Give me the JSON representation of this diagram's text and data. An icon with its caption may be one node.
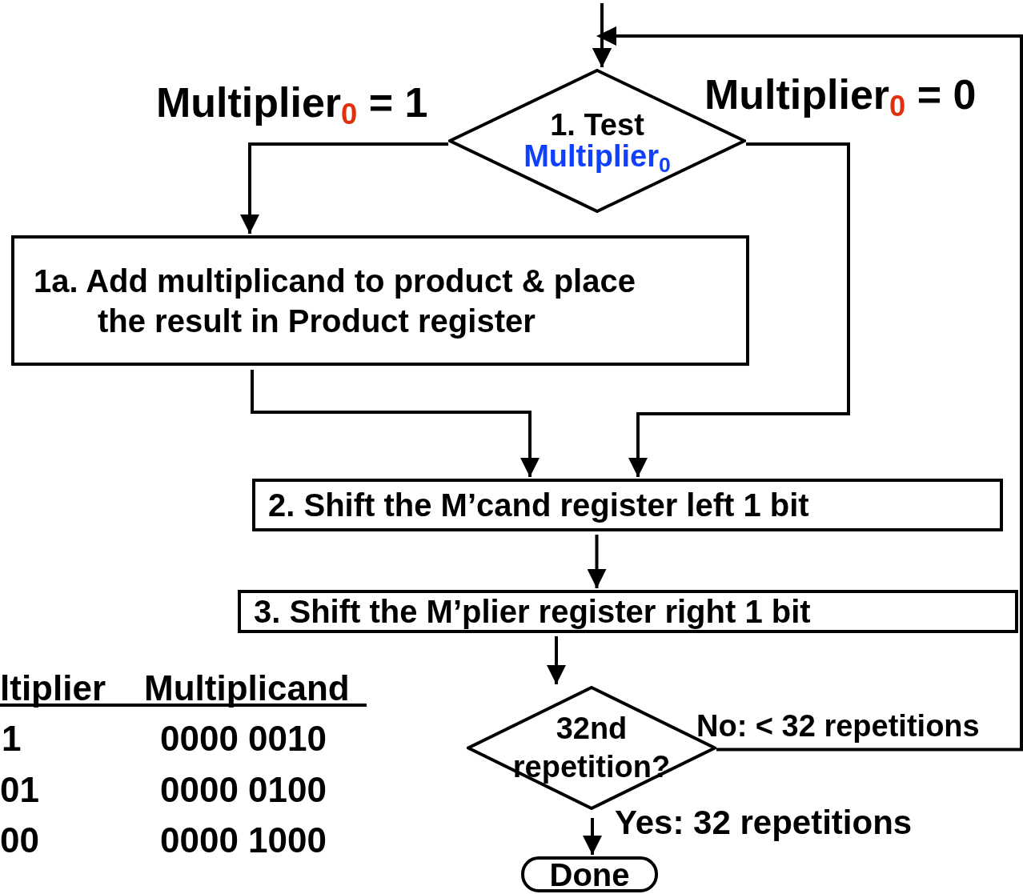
{
  "diagram": {
    "nodes": [
      {
        "text": [
          "1. Test",
          "Multiplier$_{0}$"
        ]
      },
      {
        "text": [
          "1a. Add multiplicand to product & place the result in Product register"
        ]
      },
      {
        "text": [
          "2. Shift the M’cand register left 1 bit"
        ]
      },
      {
        "text": [
          "3. Shift the M’plier register right 1 bit"
        ]
      },
      {
        "text": [
          "32nd repetition?"
        ]
      },
      {
        "text": [
          "Done"
        ]
      }
    ],
    "edges": [
      {
        "from": null,
        "to": 0,
        "arrow": "to"
      },
      {
        "from": 0,
        "to": 1,
        "arrow": "to",
        "label": "Multiplier$_{0}$ = 1"
      },
      {
        "from": 0,
        "to": 2,
        "arrow": "to",
        "label": "Multiplier$_{0}$ = 0"
      },
      {
        "from": 1,
        "to": 2,
        "arrow": "to"
      },
      {
        "from": 2,
        "to": 3,
        "arrow": "to"
      },
      {
        "from": 3,
        "to": 4,
        "arrow": "to"
      },
      {
        "from": 4,
        "to": 0,
        "arrow": "to",
        "label": "No: < 32 repetitions"
      },
      {
        "from": 4,
        "to": 5,
        "arrow": "to",
        "label": "Yes: 32 repetitions"
      }
    ],
    "labels": [
      "ltiplier",
      "Multiplicand",
      "1",
      "0000 0010",
      "01",
      "0000 0100",
      "00",
      "0000 1000"
    ]
  }
}
